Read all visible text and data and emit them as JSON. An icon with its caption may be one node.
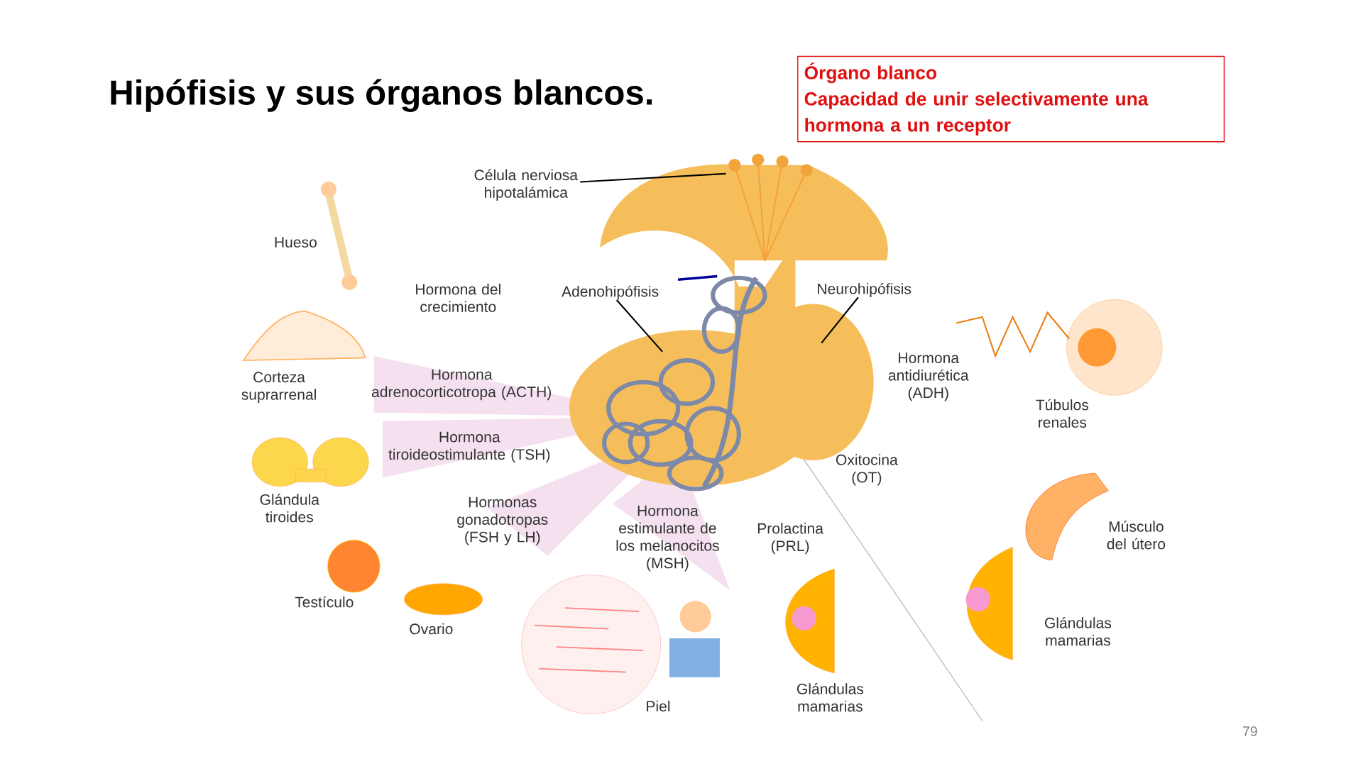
{
  "diagram": {
    "title": "Hipófisis y sus órganos blancos.",
    "nodes": [
      {
        "text": [
          "Órgano blanco",
          "Capacidad de unir selectivamente una hormona a un receptor"
        ]
      },
      {
        "text": [
          "Célula nerviosa hipotalámica"
        ]
      },
      {
        "text": [
          "Adenohipófisis"
        ]
      },
      {
        "text": [
          "Neurohipófisis"
        ]
      },
      {
        "text": [],
        "shape": "picture"
      }
    ],
    "edges": [
      {
        "from": 1,
        "to": 4,
        "arrow": "none"
      },
      {
        "from": 2,
        "to": 4,
        "arrow": "none"
      },
      {
        "from": 3,
        "to": 4,
        "arrow": "none"
      }
    ],
    "labels": [
      "Hueso",
      "Hormona del crecimiento",
      "Corteza suprarrenal",
      "Hormona adrenocorticotropa (ACTH)",
      "Hormona antidiurética (ADH)",
      "Túbulos renales",
      "Hormona tiroideostimulante (TSH)",
      "Oxitocina (OT)",
      "Glándula tiroides",
      "Hormonas gonadotropas (FSH y LH)",
      "Hormona estimulante de los melanocitos (MSH)",
      "Prolactina (PRL)",
      "Músculo del útero",
      "Testículo",
      "Ovario",
      "Glándulas mamarias",
      "Piel",
      "Glándulas mamarias",
      "79"
    ]
  }
}
